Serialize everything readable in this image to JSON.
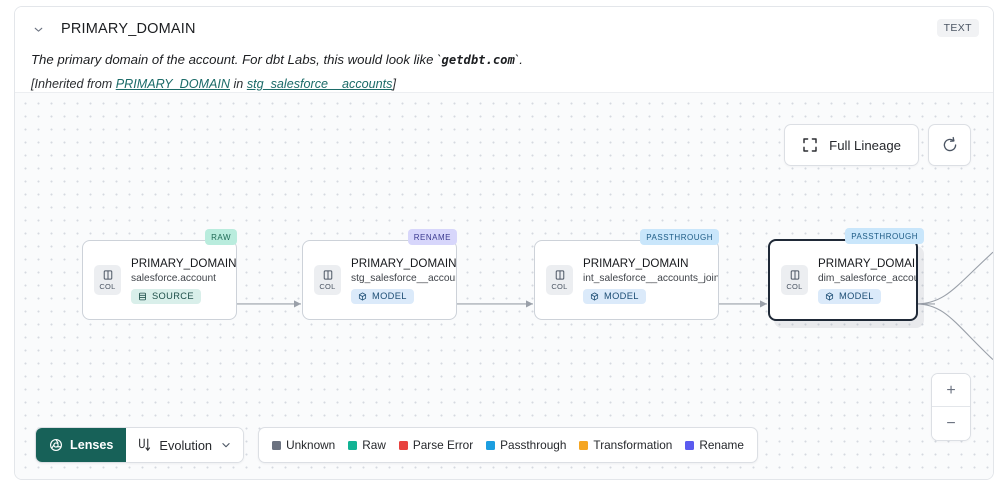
{
  "header": {
    "chevron_icon": "chevron-down-icon",
    "title": "PRIMARY_DOMAIN",
    "type_badge": "TEXT",
    "description_prefix": "The primary domain of the account. For dbt Labs, this would look like `",
    "description_code": "getdbt.com",
    "description_suffix": "`.",
    "inherited_prefix": "[Inherited from ",
    "inherited_link": "PRIMARY_DOMAIN",
    "inherited_middle": " in ",
    "inherited_source": "stg_salesforce__accounts",
    "inherited_suffix": "]"
  },
  "controls": {
    "full_lineage_label": "Full Lineage",
    "full_lineage_icon": "expand-corners-icon",
    "refresh_icon": "refresh-icon",
    "zoom_in_label": "+",
    "zoom_out_label": "−"
  },
  "graph": {
    "nodes": [
      {
        "id": "node-1",
        "tag": "RAW",
        "tag_style": "raw",
        "col_label": "COL",
        "col_icon": "column-icon",
        "title": "PRIMARY_DOMAIN__C",
        "subtitle": "salesforce.account",
        "pill_label": "SOURCE",
        "pill_style": "source",
        "pill_icon": "database-icon",
        "selected": false
      },
      {
        "id": "node-2",
        "tag": "RENAME",
        "tag_style": "rename",
        "col_label": "COL",
        "col_icon": "column-icon",
        "title": "PRIMARY_DOMAIN",
        "subtitle": "stg_salesforce__accounts",
        "pill_label": "MODEL",
        "pill_style": "model",
        "pill_icon": "cube-icon",
        "selected": false
      },
      {
        "id": "node-3",
        "tag": "PASSTHROUGH",
        "tag_style": "passthrough",
        "col_label": "COL",
        "col_icon": "column-icon",
        "title": "PRIMARY_DOMAIN",
        "subtitle": "int_salesforce__accounts_joined",
        "pill_label": "MODEL",
        "pill_style": "model",
        "pill_icon": "cube-icon",
        "selected": false
      },
      {
        "id": "node-4",
        "tag": "PASSTHROUGH",
        "tag_style": "passthrough",
        "col_label": "COL",
        "col_icon": "column-icon",
        "title": "PRIMARY_DOMAIN",
        "subtitle": "dim_salesforce_accounts",
        "pill_label": "MODEL",
        "pill_style": "model",
        "pill_icon": "cube-icon",
        "selected": true
      }
    ]
  },
  "bottom_bar": {
    "lenses_label": "Lenses",
    "lenses_icon": "lens-icon",
    "evolution_label": "Evolution",
    "evolution_icon": "evolution-icon",
    "evolution_caret": "chevron-down-icon",
    "legend": [
      {
        "label": "Unknown",
        "color": "#6b7280"
      },
      {
        "label": "Raw",
        "color": "#12b394"
      },
      {
        "label": "Parse Error",
        "color": "#e8423f"
      },
      {
        "label": "Passthrough",
        "color": "#1c9ee0"
      },
      {
        "label": "Transformation",
        "color": "#f5a623"
      },
      {
        "label": "Rename",
        "color": "#5b5bef"
      }
    ]
  }
}
